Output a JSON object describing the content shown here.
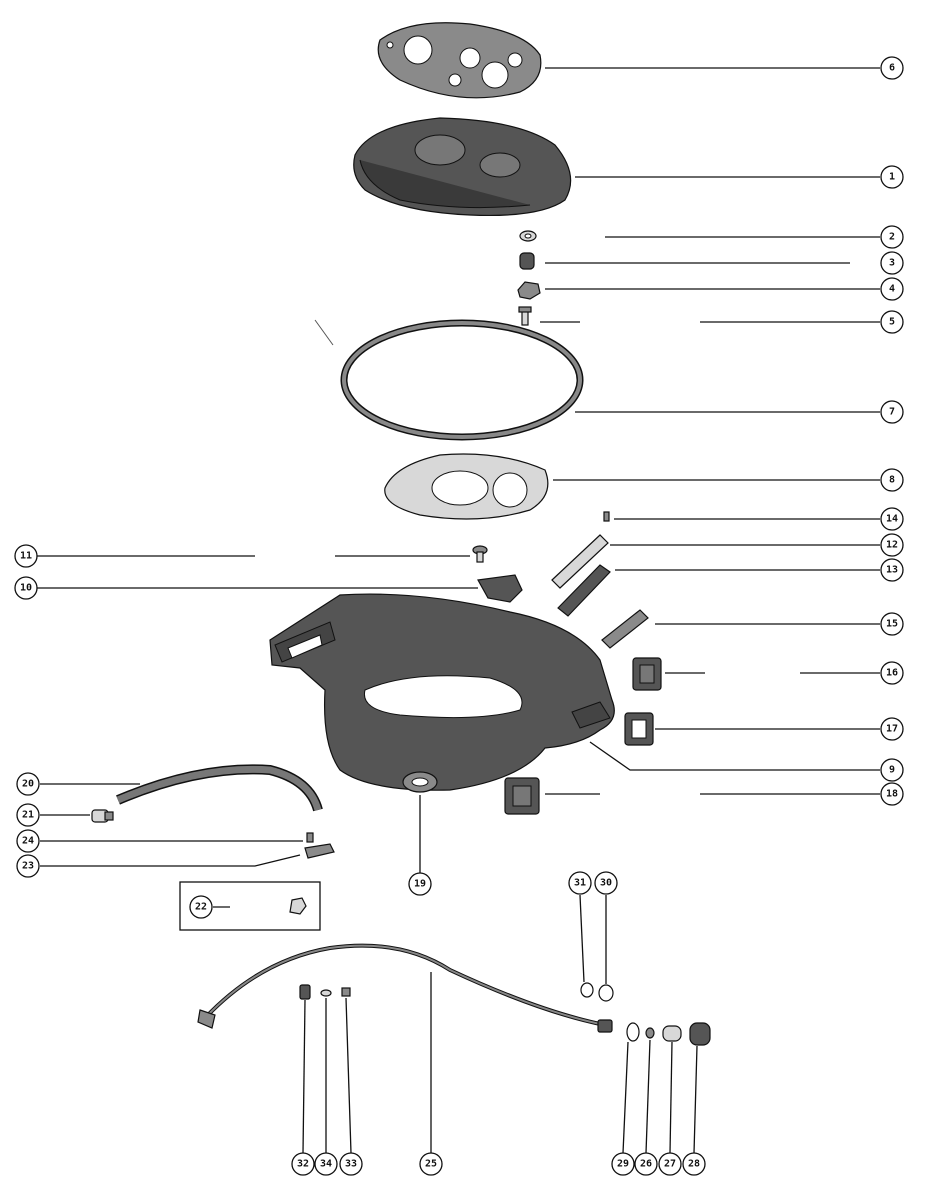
{
  "callouts": [
    {
      "id": "callout-6",
      "label": "6"
    },
    {
      "id": "callout-1",
      "label": "1"
    },
    {
      "id": "callout-2",
      "label": "2"
    },
    {
      "id": "callout-3",
      "label": "3"
    },
    {
      "id": "callout-4",
      "label": "4"
    },
    {
      "id": "callout-5",
      "label": "5"
    },
    {
      "id": "callout-7",
      "label": "7"
    },
    {
      "id": "callout-8",
      "label": "8"
    },
    {
      "id": "callout-14",
      "label": "14"
    },
    {
      "id": "callout-12",
      "label": "12"
    },
    {
      "id": "callout-13",
      "label": "13"
    },
    {
      "id": "callout-11",
      "label": "11"
    },
    {
      "id": "callout-10",
      "label": "10"
    },
    {
      "id": "callout-15",
      "label": "15"
    },
    {
      "id": "callout-16",
      "label": "16"
    },
    {
      "id": "callout-17",
      "label": "17"
    },
    {
      "id": "callout-9",
      "label": "9"
    },
    {
      "id": "callout-18",
      "label": "18"
    },
    {
      "id": "callout-20",
      "label": "20"
    },
    {
      "id": "callout-21",
      "label": "21"
    },
    {
      "id": "callout-24",
      "label": "24"
    },
    {
      "id": "callout-23",
      "label": "23"
    },
    {
      "id": "callout-19",
      "label": "19"
    },
    {
      "id": "callout-22",
      "label": "22"
    },
    {
      "id": "callout-31",
      "label": "31"
    },
    {
      "id": "callout-30",
      "label": "30"
    },
    {
      "id": "callout-32",
      "label": "32"
    },
    {
      "id": "callout-34",
      "label": "34"
    },
    {
      "id": "callout-33",
      "label": "33"
    },
    {
      "id": "callout-25",
      "label": "25"
    },
    {
      "id": "callout-29",
      "label": "29"
    },
    {
      "id": "callout-26",
      "label": "26"
    },
    {
      "id": "callout-27",
      "label": "27"
    },
    {
      "id": "callout-28",
      "label": "28"
    }
  ]
}
